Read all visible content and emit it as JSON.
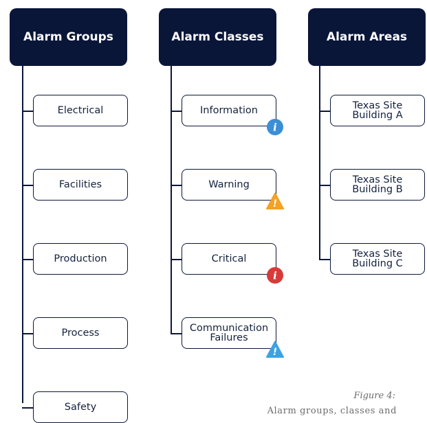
{
  "columns": [
    {
      "title": "Alarm Groups",
      "items": [
        "Electrical",
        "Facilities",
        "Production",
        "Process",
        "Safety"
      ]
    },
    {
      "title": "Alarm Classes",
      "items": [
        "Information",
        "Warning",
        "Critical",
        "Communication\nFailures"
      ]
    },
    {
      "title": "Alarm Areas",
      "items": [
        "Texas Site\nBuilding A",
        "Texas Site\nBuilding B",
        "Texas Site\nBuilding C"
      ]
    }
  ],
  "icons": {
    "information": {
      "name": "info-icon",
      "glyph": "i",
      "color": "#3b8fd6"
    },
    "warning": {
      "name": "warning-icon",
      "glyph": "!",
      "color": "#f4a124"
    },
    "critical": {
      "name": "critical-icon",
      "glyph": "i",
      "color": "#d83a3a"
    },
    "communication": {
      "name": "comm-warning-icon",
      "glyph": "!",
      "color": "#3ba3e2"
    }
  },
  "caption": {
    "figure": "Figure 4:",
    "text": "Alarm groups, classes and"
  }
}
